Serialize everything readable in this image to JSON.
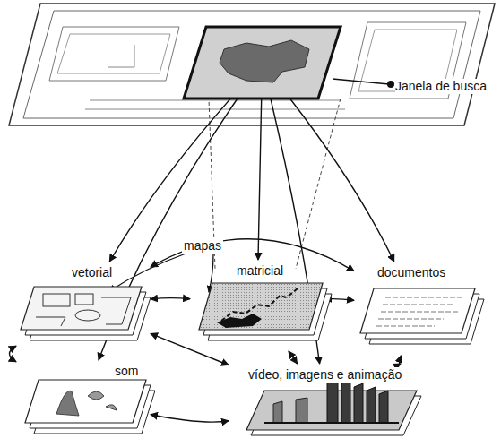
{
  "diagram": {
    "nodes": [
      {
        "text": [
          "Janela de busca"
        ]
      },
      {
        "text": [
          "vetorial"
        ]
      },
      {
        "text": [
          "matricial"
        ]
      },
      {
        "text": [
          "documentos"
        ]
      },
      {
        "text": [
          "som"
        ]
      },
      {
        "text": [
          "vídeo, imagens e animação"
        ]
      }
    ],
    "edges": [
      {
        "from": 0,
        "to": 1,
        "arrow": "to"
      },
      {
        "from": 0,
        "to": 2,
        "arrow": "to"
      },
      {
        "from": 0,
        "to": 3,
        "arrow": "to"
      },
      {
        "from": 0,
        "to": 4,
        "arrow": "to"
      },
      {
        "from": 0,
        "to": 5,
        "arrow": "to"
      },
      {
        "from": 1,
        "to": 2,
        "arrow": "both"
      },
      {
        "from": 2,
        "to": 3,
        "arrow": "both"
      },
      {
        "from": 1,
        "to": 3,
        "arrow": "both"
      },
      {
        "from": 1,
        "to": 4,
        "arrow": "both"
      },
      {
        "from": 4,
        "to": 5,
        "arrow": "both"
      },
      {
        "from": 3,
        "to": 5,
        "arrow": "both"
      },
      {
        "from": 2,
        "to": 5,
        "arrow": "both"
      },
      {
        "from": 1,
        "to": 5,
        "arrow": "both"
      }
    ],
    "labels": [
      "mapas"
    ]
  }
}
